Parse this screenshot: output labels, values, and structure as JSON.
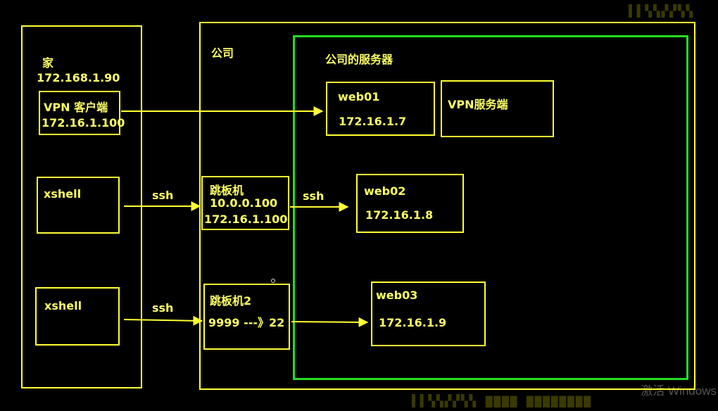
{
  "home": {
    "label": "家",
    "ip": "172.168.1.90"
  },
  "vpn_client": {
    "label": "VPN 客户端",
    "ip": "172.16.1.100"
  },
  "xshell_1": {
    "label": "xshell"
  },
  "xshell_2": {
    "label": "xshell"
  },
  "company": {
    "label": "公司"
  },
  "servers": {
    "label": "公司的服务器"
  },
  "jump1": {
    "label": "跳板机",
    "ip1": "10.0.0.100",
    "ip2": "172.16.1.100"
  },
  "jump2": {
    "label": "跳板机2",
    "port_map": "9999 ---》22"
  },
  "web01": {
    "label": "web01",
    "ip": "172.16.1.7"
  },
  "web02": {
    "label": "web02",
    "ip": "172.16.1.8"
  },
  "web03": {
    "label": "web03",
    "ip": "172.16.1.9"
  },
  "vpn_server": {
    "label": "VPN服务端"
  },
  "edges": {
    "ssh1": "ssh",
    "ssh2": "ssh",
    "ssh3": "ssh"
  },
  "watermark": {
    "activate": "激活 Windows"
  },
  "colors": {
    "line": "#ffff33",
    "text": "#ffff66",
    "server_zone": "#22dd22",
    "background": "#000000"
  }
}
